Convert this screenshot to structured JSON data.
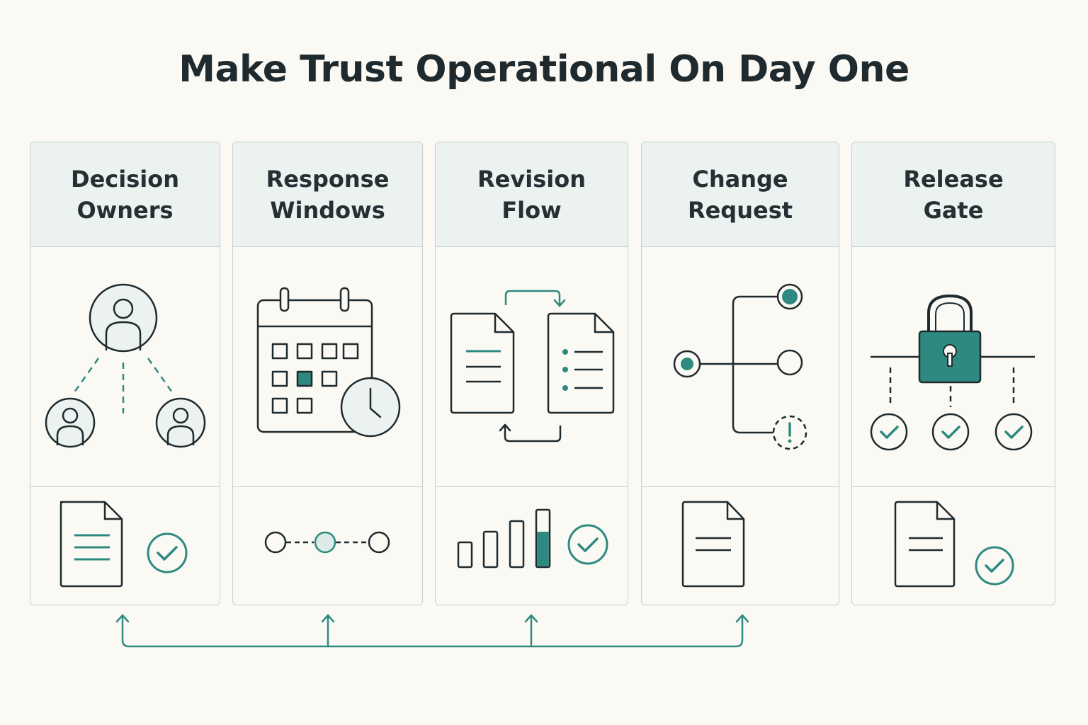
{
  "title": "Make Trust Operational On Day One",
  "colors": {
    "accent": "#2e8a80",
    "ink": "#1f2a2e",
    "header_bg": "#ecf2f0",
    "border": "#c9cfcd",
    "background": "#faf9f4"
  },
  "cards": [
    {
      "line1": "Decision",
      "line2": "Owners",
      "icon": "people-hierarchy-icon",
      "footer_icon": "document-check-icon"
    },
    {
      "line1": "Response",
      "line2": "Windows",
      "icon": "calendar-clock-icon",
      "footer_icon": "timeline-dots-icon"
    },
    {
      "line1": "Revision",
      "line2": "Flow",
      "icon": "document-swap-icon",
      "footer_icon": "progress-bars-check-icon"
    },
    {
      "line1": "Change",
      "line2": "Request",
      "icon": "branch-nodes-alert-icon",
      "footer_icon": "document-icon"
    },
    {
      "line1": "Release",
      "line2": "Gate",
      "icon": "padlock-gate-icon",
      "footer_icon": "document-check-icon"
    }
  ]
}
